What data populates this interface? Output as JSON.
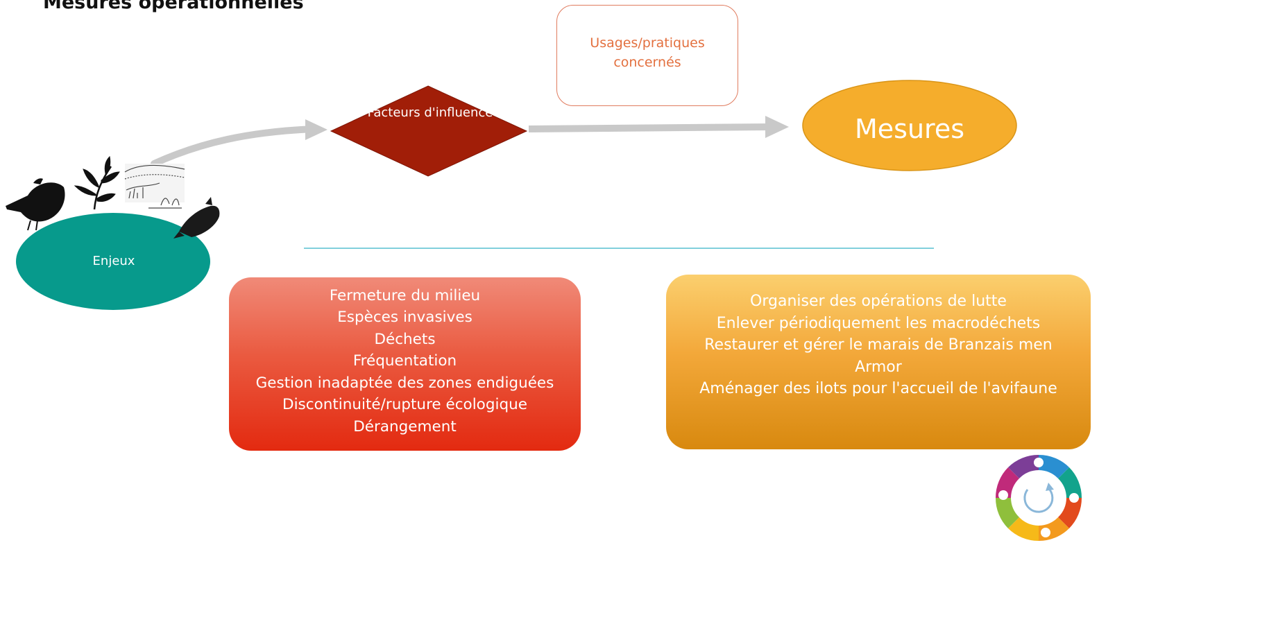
{
  "title": "Mesures opérationnelles",
  "nodes": {
    "usages": "Usages/pratiques concernés",
    "facteurs": "Facteurs d'influence",
    "mesures": "Mesures",
    "enjeux": "Enjeux"
  },
  "facteurs_list": [
    "Fermeture du milieu",
    "Espèces invasives",
    "Déchets",
    "Fréquentation",
    "Gestion inadaptée des zones endiguées",
    "Discontinuité/rupture écologique",
    "Dérangement"
  ],
  "mesures_list": [
    "Organiser des opérations de lutte",
    "Enlever périodiquement  les macrodéchets",
    "Restaurer et gérer le marais de Branzais men",
    "Armor",
    "Aménager des ilots pour l'accueil de l'avifaune"
  ],
  "colors": {
    "enjeux": "#079a8c",
    "facteurs": "#a11e08",
    "mesures": "#f5ad2c",
    "arrow": "#c9c9c9",
    "separator": "#56bfd0",
    "usages_text": "#e3703f"
  },
  "icons": [
    "bird-icon",
    "plant-icon",
    "marsh-landscape-icon",
    "fish-icon",
    "cycle-logo"
  ]
}
